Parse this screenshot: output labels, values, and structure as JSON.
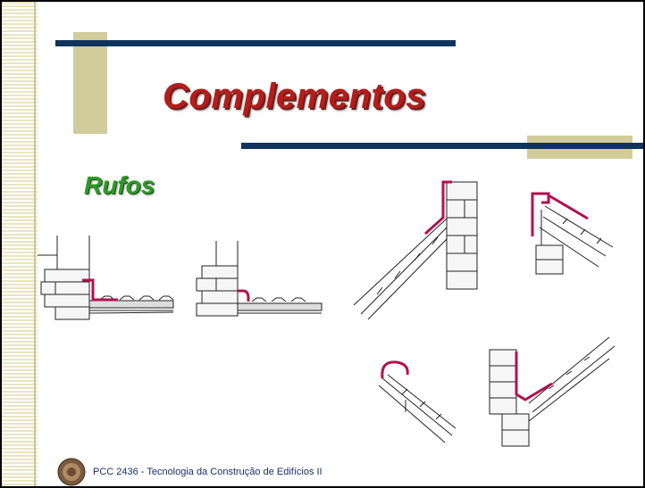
{
  "slide": {
    "title": "Complementos",
    "subtitle": "Rufos",
    "footer": "PCC 2436 - Tecnologia da Construção de Edifícios II"
  },
  "colors": {
    "title": "#b51d1a",
    "subtitle": "#2e9a28",
    "navy_bar": "#10335e",
    "tan_block": "#d2cc9b",
    "flashing": "#b0124f"
  },
  "figures": [
    {
      "id": "rufo-1"
    },
    {
      "id": "rufo-2"
    },
    {
      "id": "rufo-3"
    },
    {
      "id": "rufo-4"
    },
    {
      "id": "rufo-5"
    },
    {
      "id": "rufo-6"
    }
  ]
}
